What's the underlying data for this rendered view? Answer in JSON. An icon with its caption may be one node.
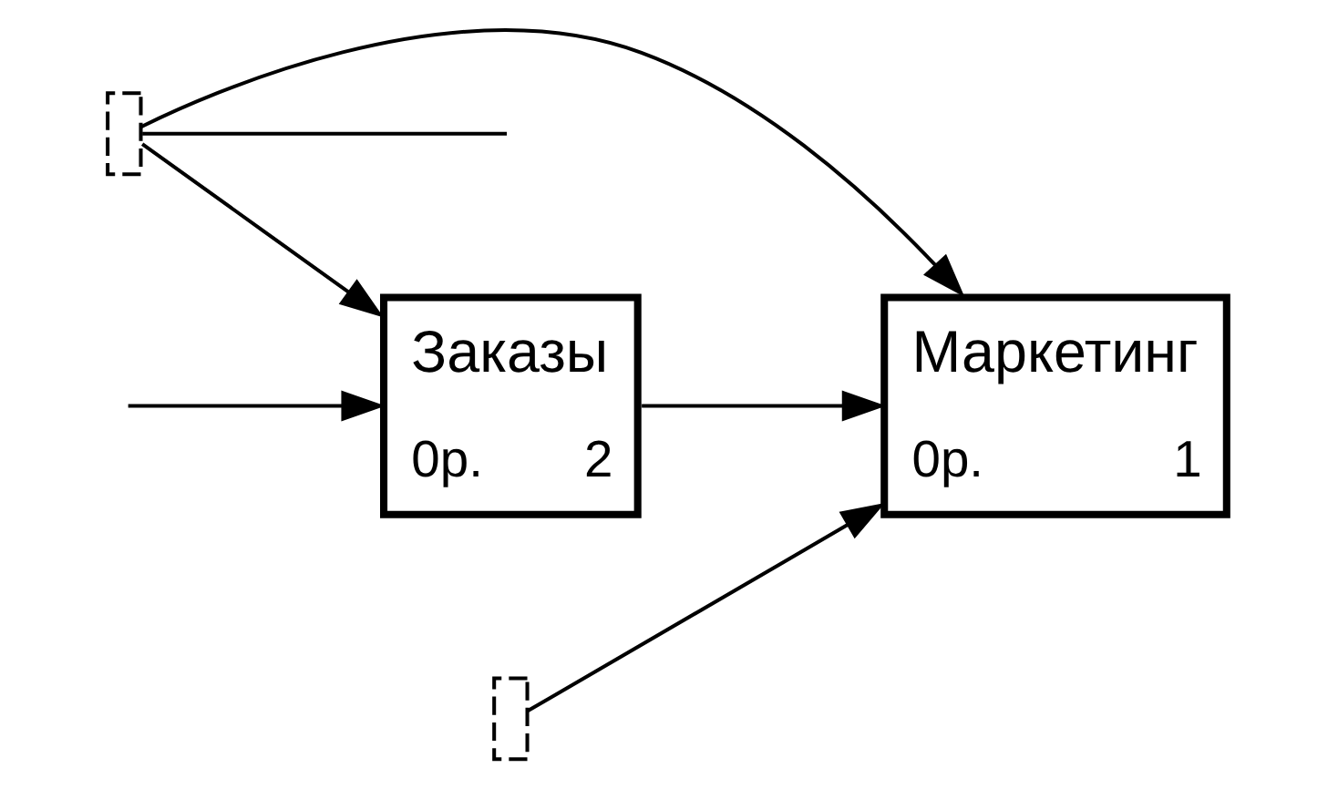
{
  "diagram": {
    "nodes": [
      {
        "text": [
          "Маркетинг",
          "0р.",
          "1"
        ]
      },
      {
        "text": [
          "Заказы",
          "0р.",
          "2"
        ]
      },
      {
        "text": [],
        "shape": "bracket"
      },
      {
        "text": [],
        "shape": "bracket"
      }
    ],
    "edges": [
      {
        "from": 2,
        "to": 0,
        "arrow": "to"
      },
      {
        "from": 3,
        "to": 0,
        "arrow": "to"
      },
      {
        "from": 3,
        "to": 1,
        "arrow": "to"
      },
      {
        "from": 3,
        "to": null,
        "arrow": "none"
      },
      {
        "from": 1,
        "to": 0,
        "arrow": "to"
      },
      {
        "from": null,
        "to": 1,
        "arrow": "to"
      }
    ]
  }
}
